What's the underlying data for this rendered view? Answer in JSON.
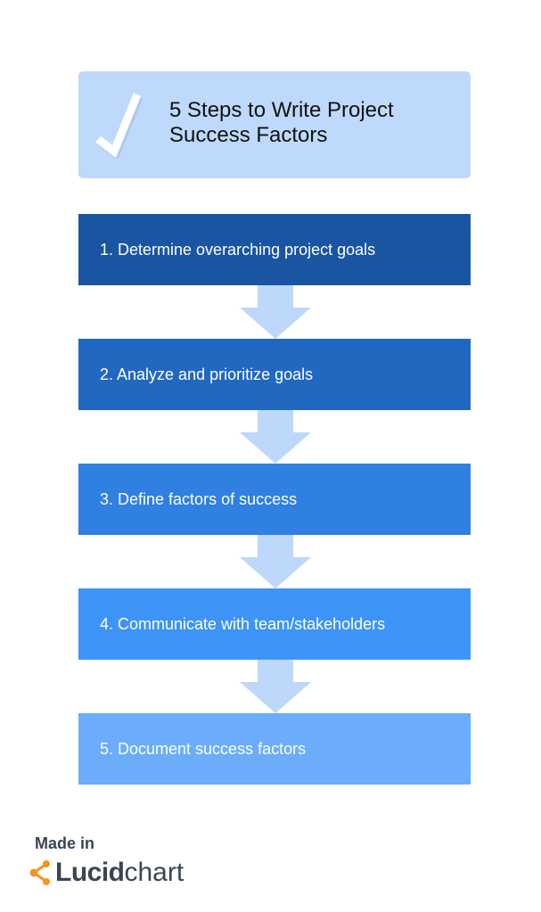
{
  "header": {
    "title_line1": "5 Steps to Write Project",
    "title_line2": "Success Factors"
  },
  "steps": [
    {
      "label": "1. Determine overarching project goals",
      "color": "#1a55a2"
    },
    {
      "label": "2. Analyze and prioritize goals",
      "color": "#2168c1"
    },
    {
      "label": "3. Define factors of success",
      "color": "#2f80e1"
    },
    {
      "label": "4. Communicate with team/stakeholders",
      "color": "#3d94f6"
    },
    {
      "label": "5. Document success factors",
      "color": "#6badfa"
    }
  ],
  "arrow_color": "#bdd8fb",
  "footer": {
    "made_in": "Made in",
    "brand_bold": "Lucid",
    "brand_light": "chart",
    "brand_accent": "#f7931e"
  }
}
